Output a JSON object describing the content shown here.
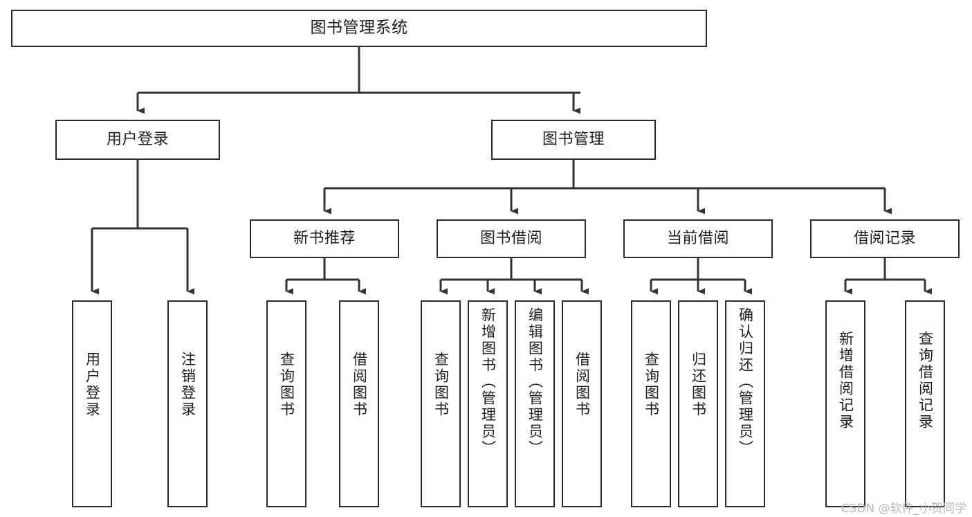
{
  "diagram": {
    "type": "tree-hierarchy-chart",
    "title": "图书管理系统",
    "watermark": "CSDN @软件_小贺同学",
    "colors": {
      "box_border": "#2b2b2b",
      "box_fill": "#ffffff",
      "connector": "#333333",
      "text": "#1d1d1d",
      "watermark": "#b9b9b9"
    },
    "nodes": {
      "root": {
        "label": "图书管理系统"
      },
      "level1": [
        {
          "id": "user-login",
          "label": "用户登录"
        },
        {
          "id": "book-manage",
          "label": "图书管理"
        }
      ],
      "level2": [
        {
          "id": "new-book-recommend",
          "label": "新书推荐"
        },
        {
          "id": "book-borrow",
          "label": "图书借阅"
        },
        {
          "id": "current-borrow",
          "label": "当前借阅"
        },
        {
          "id": "borrow-record",
          "label": "借阅记录"
        }
      ],
      "leaves": [
        {
          "id": "leaf-user-login",
          "label": "用户登录",
          "parent": "user-login"
        },
        {
          "id": "leaf-logout",
          "label": "注销登录",
          "parent": "user-login"
        },
        {
          "id": "leaf-query-book-1",
          "label": "查询图书",
          "parent": "new-book-recommend"
        },
        {
          "id": "leaf-borrow-book-1",
          "label": "借阅图书",
          "parent": "new-book-recommend"
        },
        {
          "id": "leaf-query-book-2",
          "label": "查询图书",
          "parent": "book-borrow"
        },
        {
          "id": "leaf-add-book",
          "label": "新增图书（管理员）",
          "parent": "book-borrow"
        },
        {
          "id": "leaf-edit-book",
          "label": "编辑图书（管理员）",
          "parent": "book-borrow"
        },
        {
          "id": "leaf-borrow-book-2",
          "label": "借阅图书",
          "parent": "book-borrow"
        },
        {
          "id": "leaf-query-book-3",
          "label": "查询图书",
          "parent": "current-borrow"
        },
        {
          "id": "leaf-return-book",
          "label": "归还图书",
          "parent": "current-borrow"
        },
        {
          "id": "leaf-confirm-return",
          "label": "确认归还（管理员）",
          "parent": "current-borrow"
        },
        {
          "id": "leaf-add-record",
          "label": "新增借阅记录",
          "parent": "borrow-record"
        },
        {
          "id": "leaf-query-record",
          "label": "查询借阅记录",
          "parent": "borrow-record"
        }
      ]
    }
  }
}
